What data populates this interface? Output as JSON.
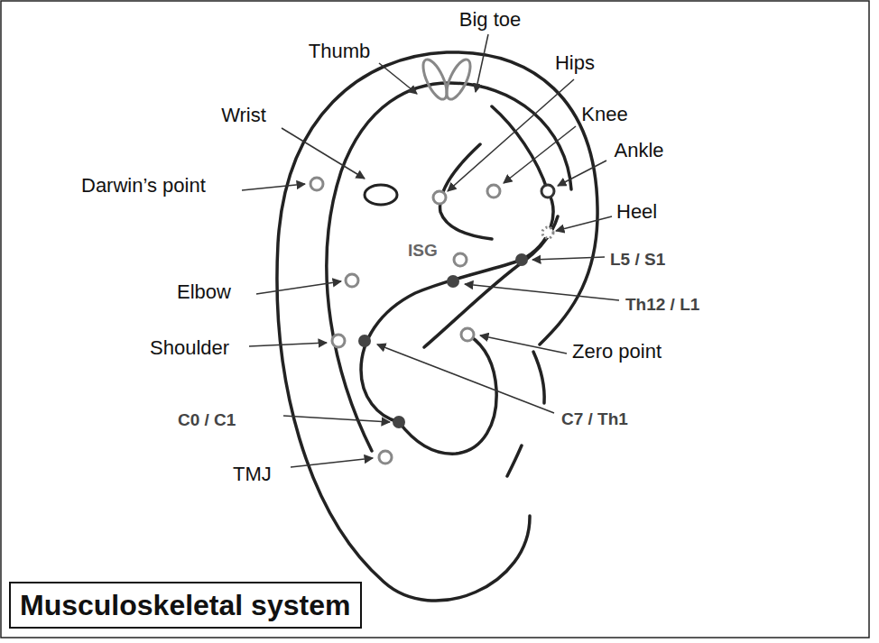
{
  "diagram": {
    "nodes": [
      {
        "text": [
          "Musculoskeletal system"
        ]
      }
    ],
    "labels": [
      "Big toe",
      "Thumb",
      "Hips",
      "Wrist",
      "Knee",
      "Ankle",
      "Darwin’s point",
      "Heel",
      "ISG",
      "L5 / S1",
      "Elbow",
      "Th12 / L1",
      "Shoulder",
      "Zero point",
      "C0 / C1",
      "C7 / Th1",
      "TMJ"
    ]
  }
}
